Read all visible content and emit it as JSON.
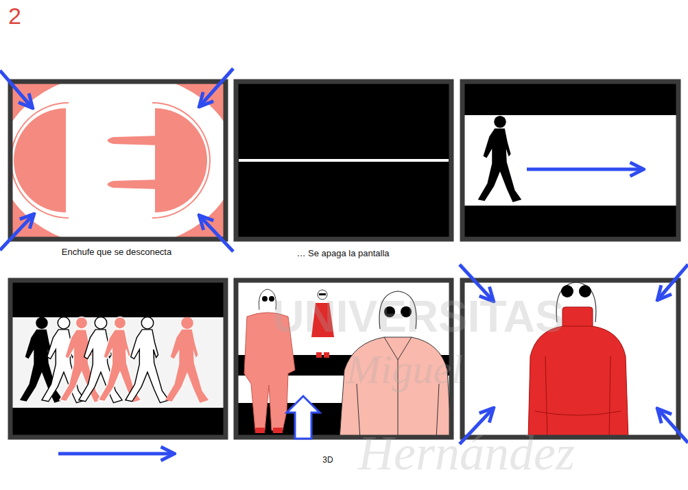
{
  "diagram": {
    "title": "2",
    "labels": [
      "Enchufe que se desconecta",
      "… Se apaga la pantalla",
      "3D",
      "UNIVERSITAS",
      "Miguel",
      "Hernández"
    ]
  }
}
